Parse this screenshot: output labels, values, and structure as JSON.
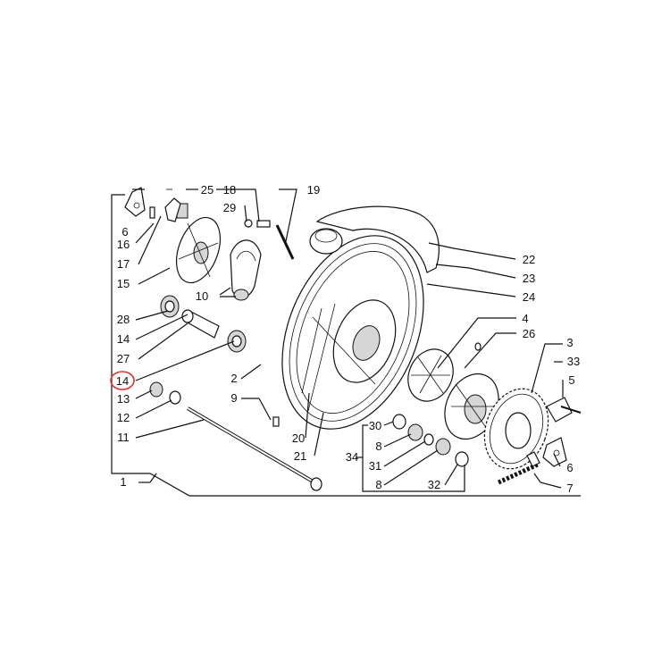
{
  "diagram": {
    "highlight_color": "#e03030",
    "highlighted_part": "14",
    "labels": {
      "p1": "1",
      "p2": "2",
      "p3": "3",
      "p4": "4",
      "p5": "5",
      "p6a": "6",
      "p6b": "6",
      "p7": "7",
      "p8a": "8",
      "p8b": "8",
      "p9": "9",
      "p10": "10",
      "p11": "11",
      "p12": "12",
      "p13": "13",
      "p14a": "14",
      "p14b": "14",
      "p15": "15",
      "p16": "16",
      "p17": "17",
      "p18": "18",
      "p19": "19",
      "p20": "20",
      "p21": "21",
      "p22": "22",
      "p23": "23",
      "p24": "24",
      "p25": "25",
      "p26": "26",
      "p27": "27",
      "p28": "28",
      "p29": "29",
      "p30": "30",
      "p31": "31",
      "p32": "32",
      "p33": "33",
      "p34": "34"
    }
  }
}
